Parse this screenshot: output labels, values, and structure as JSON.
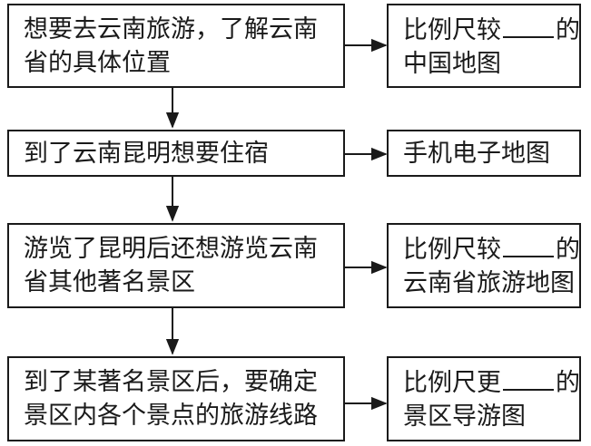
{
  "steps": [
    {
      "situation": [
        "想要去云南旅游，了解云南",
        "省的具体位置"
      ],
      "map": {
        "line1_before": "比例尺较",
        "line1_after": "的",
        "line2": "中国地图"
      }
    },
    {
      "situation": [
        "到了云南昆明想要住宿"
      ],
      "map": {
        "text": "手机电子地图"
      }
    },
    {
      "situation": [
        "游览了昆明后还想游览云南",
        "省其他著名景区"
      ],
      "map": {
        "line1_before": "比例尺较",
        "line1_after": "的",
        "line2": "云南省旅游地图"
      }
    },
    {
      "situation": [
        "到了某著名景区后，要确定",
        "景区内各个景点的旅游线路"
      ],
      "map": {
        "line1_before": "比例尺更",
        "line1_after": "的",
        "line2": "景区导游图"
      }
    }
  ]
}
